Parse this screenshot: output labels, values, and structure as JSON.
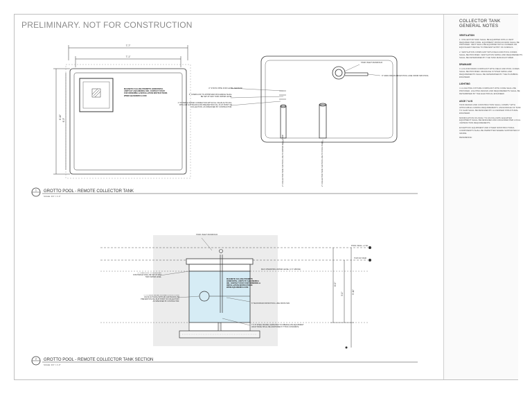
{
  "banner": "PRELIMINARY. NOT FOR CONSTRUCTION",
  "notes": {
    "title": "COLLECTOR TANK GENERAL NOTES",
    "sections": [
      {
        "heading": "VENTILATION",
        "paragraphs": [
          "1. COLLECTOR TANK SHALL BE EQUIPPED WITH A VENT REQUIRED PER CODE. EQUIPMENT ROOM ACCESS SHALL BE PROVIDED. VENT SHALL BE EQUIPPED WITH A SCREEN OR EQUIVALENT DEVICE TO PREVENT ENTRY OF ANIMALS.",
          "2. VENTILATION COMPLIANT WITH FIELD AND POOL CODES SHALL BE PROVIDED. VENTILATION SIZING AND REQUIREMENTS SHALL BE DETERMINED BY THE TANK MANUFACTURER."
        ]
      },
      {
        "heading": "DRAINAGE",
        "paragraphs": [
          "3. A FLOOR DRAIN COMPLIANT WITH FIELD AND POOL CODES SHALL BE PROVIDED. DRAINAGE SYSTEM SIZING AND REQUIREMENTS SHALL BE DETERMINED BY THE PLUMBING ENGINEER."
        ]
      },
      {
        "heading": "LIGHTING",
        "paragraphs": [
          "4. A LIGHTING FIXTURE COMPLIANT WITH CODE SHALL BE PROVIDED. LIGHTING DESIGN AND REQUIREMENTS SHALL BE DETERMINED BY THE ELECTRICAL ENGINEER."
        ]
      },
      {
        "heading": "ASCE 7 & IS",
        "paragraphs": [
          "TANK DESIGN AND CONSTRUCTION SHALL COMPLY WITH APPLICABLE LOADING REQUIREMENTS. ANCHORAGE OF TANK TO SLAB SHALL BE DESIGNED BY A LICENSED STRUCTURAL ENGINEER.",
          "MODIFICATION OF ASCE 7 IS AS FOLLOWS: ELEVATED EQUIPMENT SHALL BE DESIGNED AND ANCHORED PER LOCAL JURISDICTION REQUIREMENTS.",
          "EXCEPTION: EQUIPMENT AND OTHER NONSTRUCTURAL COMPONENTS SHALL BE PERMITTED WHERE SUPPORTED AT GRADE.",
          "REFERENCE:"
        ]
      }
    ]
  },
  "plan": {
    "dim_overall": "7'-7\"",
    "dim_inner": "7'-1\"",
    "dim_left_outer": "6'-10\"",
    "dim_left_inner": "6'-3\"",
    "tank_note": "MAGNETIC FALLING PROMPTS HORIZONTAL LIMITS BY AQUAMERICA INC. CONTACT STAFF FOR ORDERING & INSTALLATION INSTRUCTIONS WWW.AQUAMERICA.COM",
    "callout_sensor": "4\" STATIC PIPE FOR LEVEL SENSOR",
    "callout_overflow": "3\" OVERFLOW TO APPROVED DISCHARGE SHALL BE SET AT MAX TANK WATER LEVEL",
    "callout_makeup": "1\" POTABLE WATER CONNECTION WITH FILL VALVE AUTO-FILL WITH AIR GAP BACKFLOW PREVENTION FILL IS AT POINT OF COLLECTION. AS SPECIFIED BY CONTRACTOR.",
    "callout_manifold": "TANK INLET MANIFOLD",
    "callout_main": "6\" MAIN DRAIN FROM POOL LINE FROM SPA POOL",
    "pipe_label_1": "2\" COLLECTOR TANK SUCTION LINE TO WATER WALL PUMP",
    "pipe_label_2": "2\" COLLECTOR TANK SUCTION LINE TO POOL PUMP",
    "title": "GROTTO POOL - REMOTE COLLECTOR TANK",
    "scale": "SCALE: 3/4\" = 1'-0\"",
    "ref": "1"
  },
  "section": {
    "manifold_label": "TANK INLET MANIFOLD",
    "elev_pool": "POOL WALL +1' EL",
    "elev_top": "TOP OF TANK",
    "water_level": "MAX OPERATING WATER LEVEL (1'-6\" ABOVE)",
    "overflow_note": "3\" OVERFLOW TO APPROVED DISCHARGE SHALL BE SET AT MAX TANK WATER LEVEL",
    "fill_note": "1\" POTABLE WATER CONNECTION WITH FILL VALVE AUTO-FILL WITH AIR GAP BACKFLOW PREVENTION FILL IS AT POINT OF COLLECTION. AS SPECIFIED BY CONTRACTOR.",
    "tank_note": "MAGNETIC FALLING PROMPTS HORIZONTAL LIMITS BY AQUAMERICA INC. CONTACT STAFF FOR ORDERING & INSTALLATION INSTRUCTIONS WWW.AQUAMERICA.COM",
    "drain_note": "6\" MAIN DRAIN FROM POOL LINE FROM SPA",
    "base_note": "7' X 8' STEEL FRAME LAMINATED TO FIBERGLASS EQUIPMENT VAULT BASE SHALL BE ANCHORED 6\" THICK CONCRETE",
    "dim_a": "6'-0\"",
    "dim_b": "5'-11\"",
    "dim_c": "3'-0\"",
    "title": "GROTTO POOL - REMOTE COLLECTOR TANK SECTION",
    "scale": "SCALE: 3/4\" = 1'-0\"",
    "ref": "2"
  }
}
